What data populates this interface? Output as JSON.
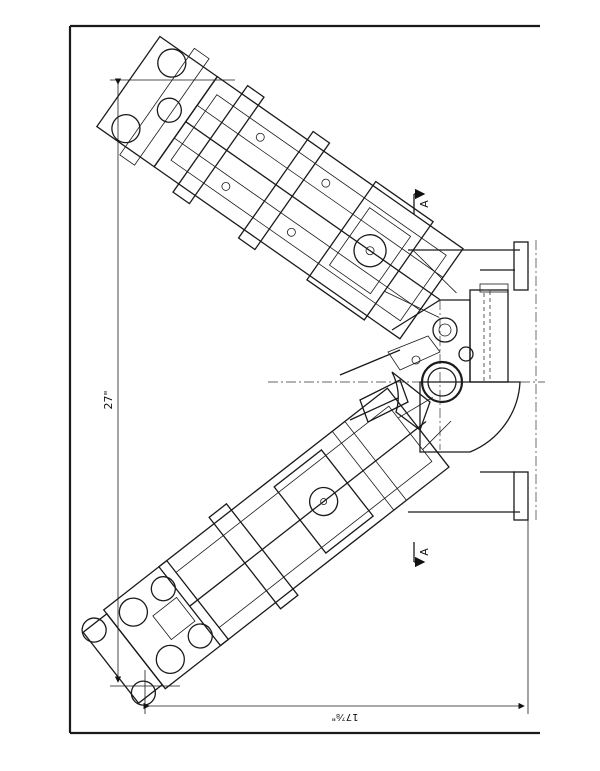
{
  "drawing": {
    "dimension_vertical": "27\"",
    "dimension_horizontal": "17⅞\"",
    "section_label_top": "A",
    "section_label_bottom": "A"
  }
}
